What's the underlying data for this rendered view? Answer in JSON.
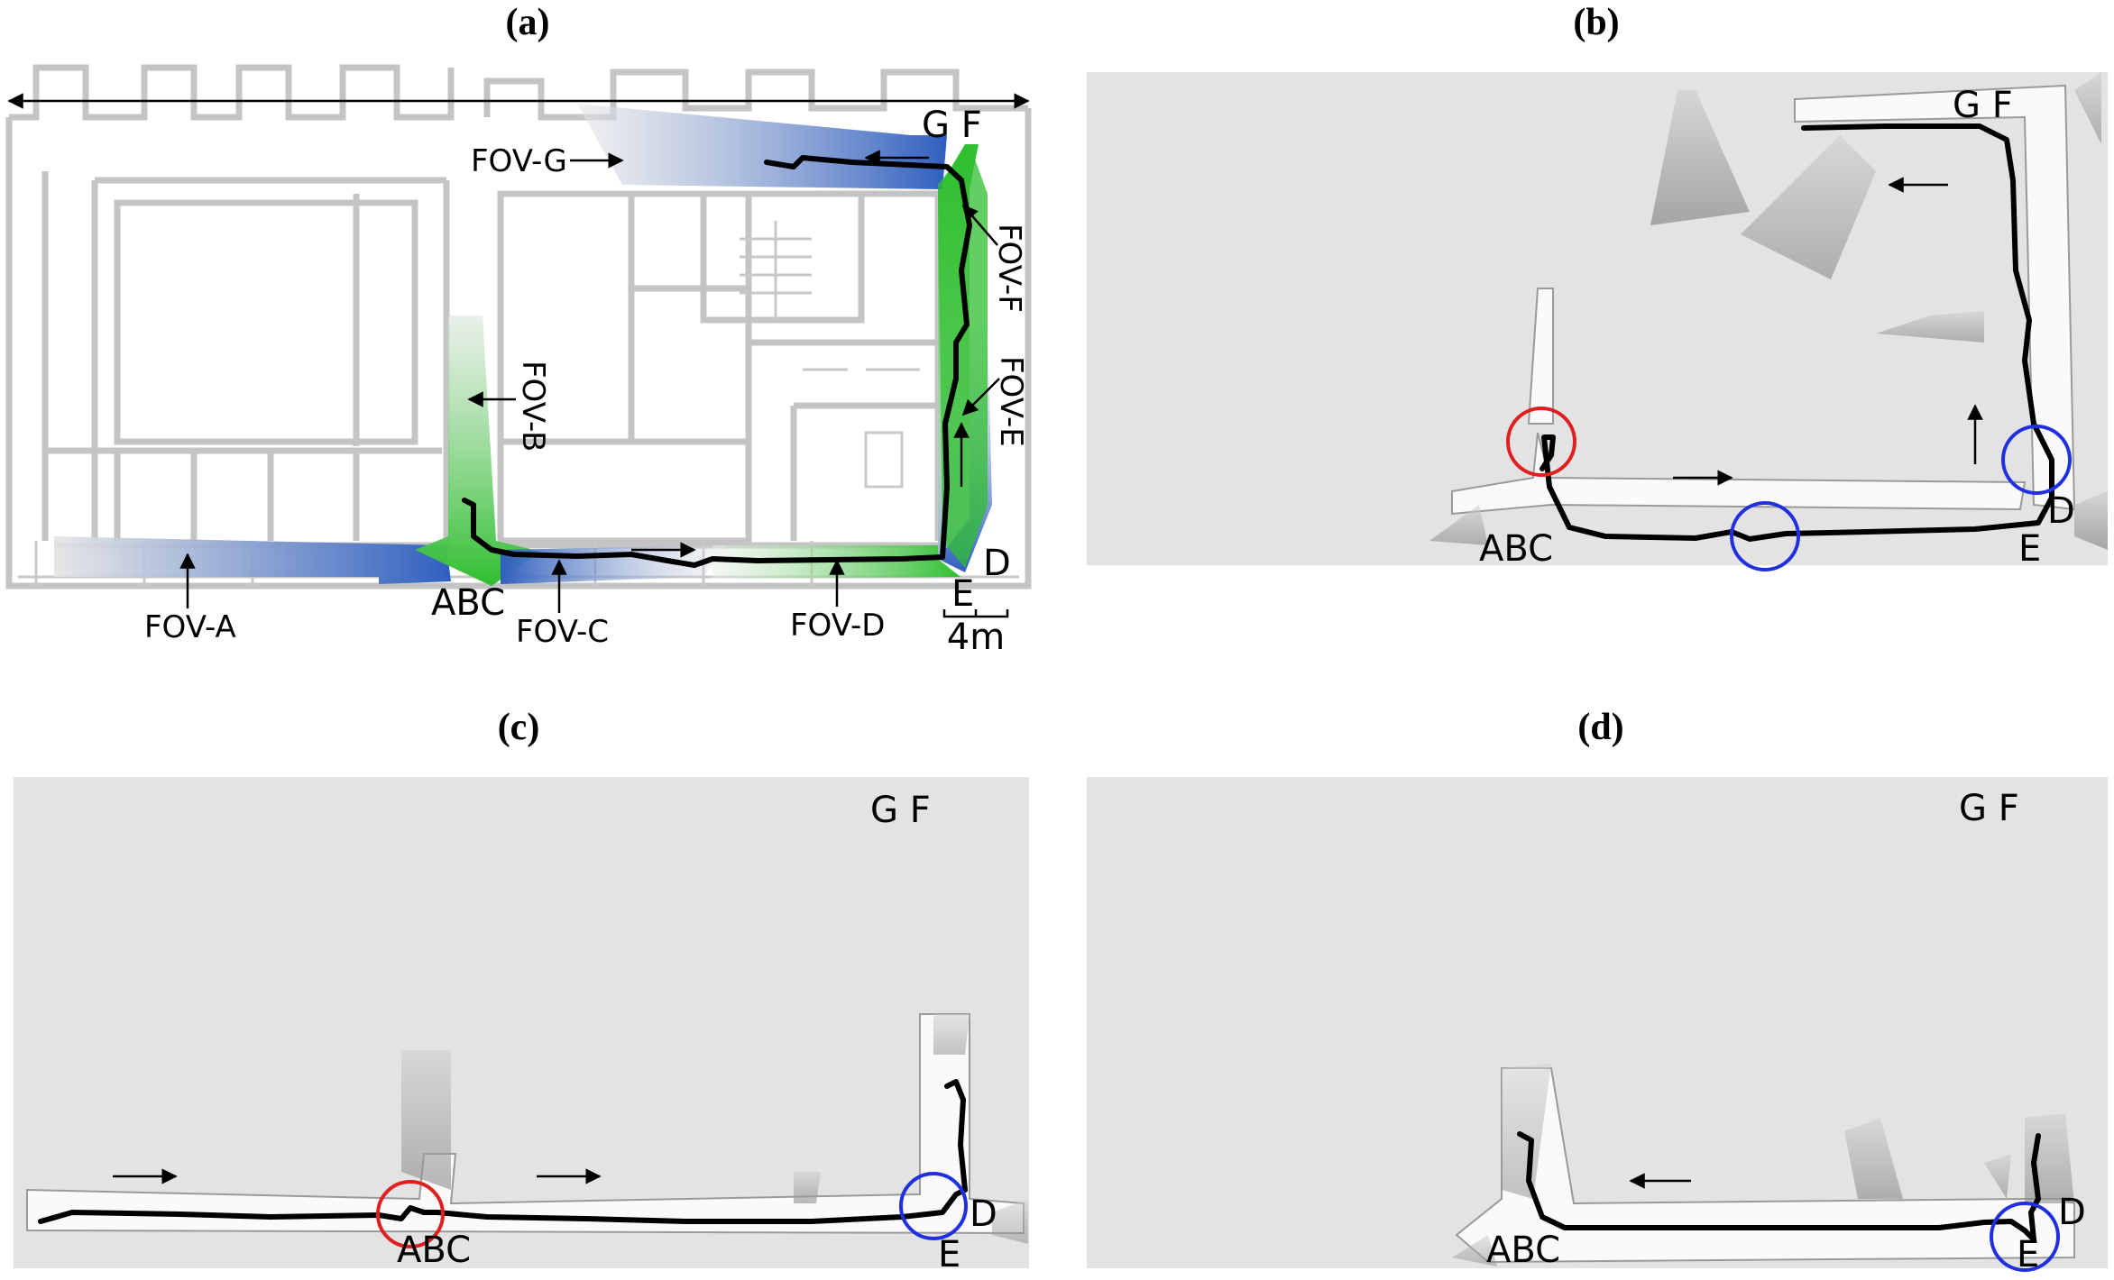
{
  "panels": {
    "a": {
      "title": "(a)",
      "fov_labels": [
        "FOV-A",
        "FOV-B",
        "FOV-C",
        "FOV-D",
        "FOV-E",
        "FOV-F",
        "FOV-G"
      ],
      "places": {
        "abc": "ABC",
        "d": "D",
        "e": "E",
        "gf": "G F"
      },
      "scale": "4m"
    },
    "b": {
      "title": "(b)",
      "places": {
        "abc": "ABC",
        "d": "D",
        "e": "E",
        "gf": "G F"
      }
    },
    "c": {
      "title": "(c)",
      "places": {
        "abc": "ABC",
        "d": "D",
        "e": "E",
        "gf": "G F"
      }
    },
    "d": {
      "title": "(d)",
      "places": {
        "abc": "ABC",
        "d": "D",
        "e": "E",
        "gf": "G F"
      }
    }
  },
  "colors": {
    "fov_green": "#2fbf2f",
    "fov_blue": "#2f5fbf",
    "map_bg": "#e3e3e3",
    "loop_closure": "#e02020",
    "correction": "#2030e0"
  }
}
